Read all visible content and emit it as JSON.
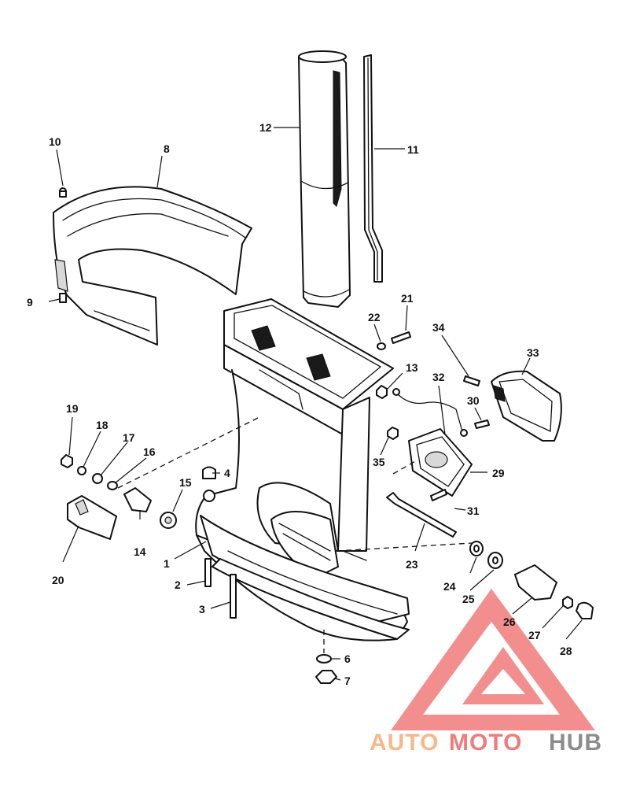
{
  "diagram": {
    "callouts": [
      {
        "id": "c1",
        "label": "1"
      },
      {
        "id": "c2",
        "label": "2"
      },
      {
        "id": "c3",
        "label": "3"
      },
      {
        "id": "c4",
        "label": "4"
      },
      {
        "id": "c6",
        "label": "6"
      },
      {
        "id": "c7",
        "label": "7"
      },
      {
        "id": "c8",
        "label": "8"
      },
      {
        "id": "c9",
        "label": "9"
      },
      {
        "id": "c10",
        "label": "10"
      },
      {
        "id": "c11",
        "label": "11"
      },
      {
        "id": "c12",
        "label": "12"
      },
      {
        "id": "c13",
        "label": "13"
      },
      {
        "id": "c14",
        "label": "14"
      },
      {
        "id": "c15",
        "label": "15"
      },
      {
        "id": "c16",
        "label": "16"
      },
      {
        "id": "c17",
        "label": "17"
      },
      {
        "id": "c18",
        "label": "18"
      },
      {
        "id": "c19",
        "label": "19"
      },
      {
        "id": "c20",
        "label": "20"
      },
      {
        "id": "c21",
        "label": "21"
      },
      {
        "id": "c22",
        "label": "22"
      },
      {
        "id": "c23",
        "label": "23"
      },
      {
        "id": "c24",
        "label": "24"
      },
      {
        "id": "c25",
        "label": "25"
      },
      {
        "id": "c26",
        "label": "26"
      },
      {
        "id": "c27",
        "label": "27"
      },
      {
        "id": "c28",
        "label": "28"
      },
      {
        "id": "c29",
        "label": "29"
      },
      {
        "id": "c30",
        "label": "30"
      },
      {
        "id": "c31",
        "label": "31"
      },
      {
        "id": "c32",
        "label": "32"
      },
      {
        "id": "c33",
        "label": "33"
      },
      {
        "id": "c34",
        "label": "34"
      },
      {
        "id": "c35",
        "label": "35"
      }
    ]
  },
  "watermark": {
    "word_1": "AUTO",
    "word_2": "MOTO",
    "word_3": "HUB",
    "color_light": "#f7b78a",
    "color_red": "#f07b7b",
    "color_gray": "#8c8c8c"
  }
}
